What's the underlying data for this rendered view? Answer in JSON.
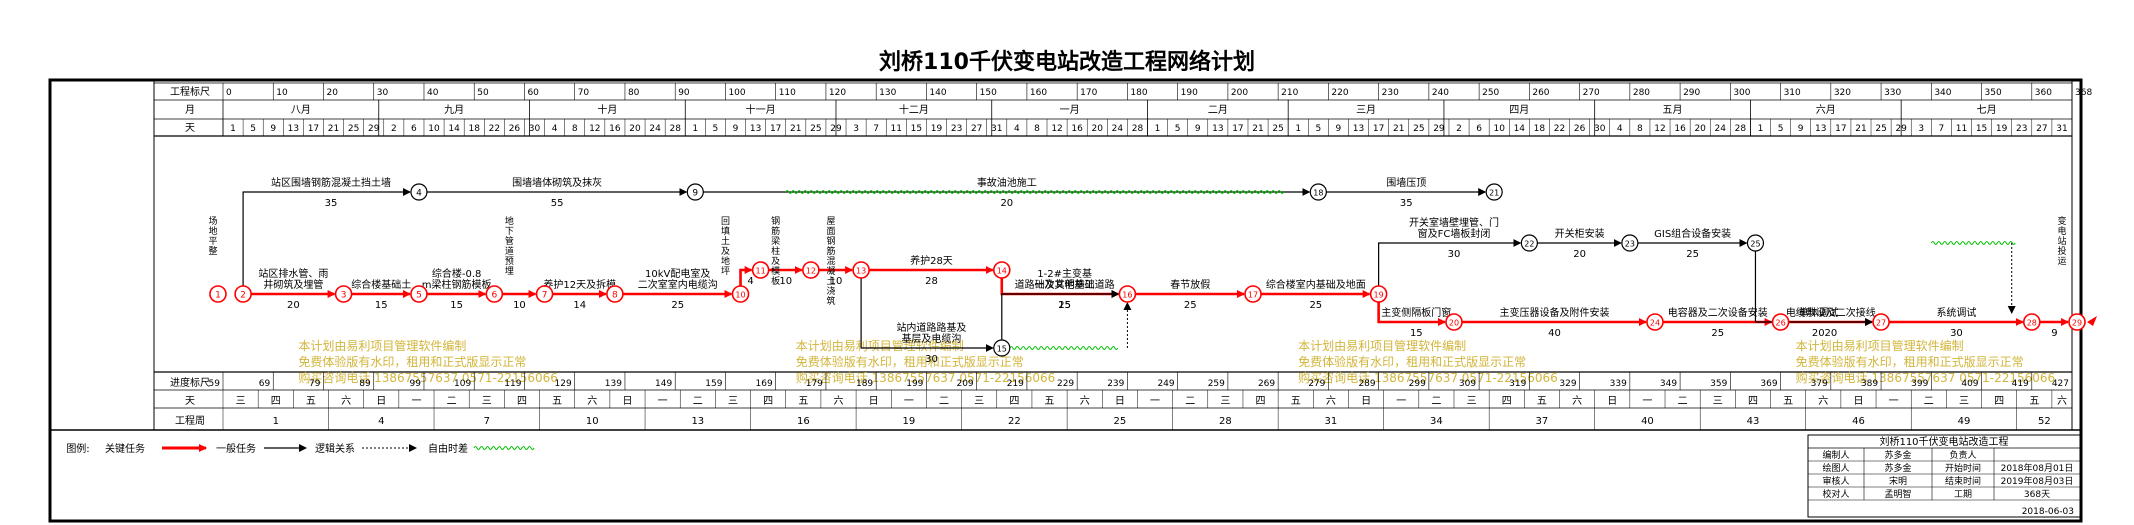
{
  "title": "刘桥110千伏变电站改造工程网络计划",
  "header": {
    "scale_label": "工程标尺",
    "month_label": "月",
    "day_label": "天",
    "scale_marks": [
      "0",
      "10",
      "20",
      "30",
      "40",
      "50",
      "60",
      "70",
      "80",
      "90",
      "100",
      "110",
      "120",
      "130",
      "140",
      "150",
      "160",
      "170",
      "180",
      "190",
      "200",
      "210",
      "220",
      "230",
      "240",
      "250",
      "260",
      "270",
      "280",
      "290",
      "300",
      "310",
      "320",
      "330",
      "340",
      "350",
      "360",
      "368"
    ],
    "months": [
      {
        "label": "八月",
        "start": 0,
        "end": 31
      },
      {
        "label": "九月",
        "start": 31,
        "end": 61
      },
      {
        "label": "十月",
        "start": 61,
        "end": 92
      },
      {
        "label": "十一月",
        "start": 92,
        "end": 122
      },
      {
        "label": "十二月",
        "start": 122,
        "end": 153
      },
      {
        "label": "一月",
        "start": 153,
        "end": 184
      },
      {
        "label": "二月",
        "start": 184,
        "end": 212
      },
      {
        "label": "三月",
        "start": 212,
        "end": 243
      },
      {
        "label": "四月",
        "start": 243,
        "end": 273
      },
      {
        "label": "五月",
        "start": 273,
        "end": 304
      },
      {
        "label": "六月",
        "start": 304,
        "end": 334
      },
      {
        "label": "七月",
        "start": 334,
        "end": 368
      }
    ],
    "day_ticks": [
      {
        "label": "1",
        "d": 0
      },
      {
        "label": "5",
        "d": 4
      },
      {
        "label": "9",
        "d": 8
      },
      {
        "label": "13",
        "d": 12
      },
      {
        "label": "17",
        "d": 16
      },
      {
        "label": "21",
        "d": 20
      },
      {
        "label": "25",
        "d": 24
      },
      {
        "label": "29",
        "d": 28
      },
      {
        "label": "2",
        "d": 32
      },
      {
        "label": "6",
        "d": 36
      },
      {
        "label": "10",
        "d": 40
      },
      {
        "label": "14",
        "d": 44
      },
      {
        "label": "18",
        "d": 48
      },
      {
        "label": "22",
        "d": 52
      },
      {
        "label": "26",
        "d": 56
      },
      {
        "label": "30",
        "d": 60
      },
      {
        "label": "4",
        "d": 64
      },
      {
        "label": "8",
        "d": 68
      },
      {
        "label": "12",
        "d": 72
      },
      {
        "label": "16",
        "d": 76
      },
      {
        "label": "20",
        "d": 80
      },
      {
        "label": "24",
        "d": 84
      },
      {
        "label": "28",
        "d": 88
      },
      {
        "label": "1",
        "d": 92
      },
      {
        "label": "5",
        "d": 96
      },
      {
        "label": "9",
        "d": 100
      },
      {
        "label": "13",
        "d": 104
      },
      {
        "label": "17",
        "d": 108
      },
      {
        "label": "21",
        "d": 112
      },
      {
        "label": "25",
        "d": 116
      },
      {
        "label": "29",
        "d": 120
      },
      {
        "label": "3",
        "d": 124
      },
      {
        "label": "7",
        "d": 128
      },
      {
        "label": "11",
        "d": 132
      },
      {
        "label": "15",
        "d": 136
      },
      {
        "label": "19",
        "d": 140
      },
      {
        "label": "23",
        "d": 144
      },
      {
        "label": "27",
        "d": 148
      },
      {
        "label": "31",
        "d": 152
      },
      {
        "label": "4",
        "d": 156
      },
      {
        "label": "8",
        "d": 160
      },
      {
        "label": "12",
        "d": 164
      },
      {
        "label": "16",
        "d": 168
      },
      {
        "label": "20",
        "d": 172
      },
      {
        "label": "24",
        "d": 176
      },
      {
        "label": "28",
        "d": 180
      },
      {
        "label": "1",
        "d": 184
      },
      {
        "label": "5",
        "d": 188
      },
      {
        "label": "9",
        "d": 192
      },
      {
        "label": "13",
        "d": 196
      },
      {
        "label": "17",
        "d": 200
      },
      {
        "label": "21",
        "d": 204
      },
      {
        "label": "25",
        "d": 208
      },
      {
        "label": "1",
        "d": 212
      },
      {
        "label": "5",
        "d": 216
      },
      {
        "label": "9",
        "d": 220
      },
      {
        "label": "13",
        "d": 224
      },
      {
        "label": "17",
        "d": 228
      },
      {
        "label": "21",
        "d": 232
      },
      {
        "label": "25",
        "d": 236
      },
      {
        "label": "29",
        "d": 240
      },
      {
        "label": "2",
        "d": 244
      },
      {
        "label": "6",
        "d": 248
      },
      {
        "label": "10",
        "d": 252
      },
      {
        "label": "14",
        "d": 256
      },
      {
        "label": "18",
        "d": 260
      },
      {
        "label": "22",
        "d": 264
      },
      {
        "label": "26",
        "d": 268
      },
      {
        "label": "30",
        "d": 272
      },
      {
        "label": "4",
        "d": 276
      },
      {
        "label": "8",
        "d": 280
      },
      {
        "label": "12",
        "d": 284
      },
      {
        "label": "16",
        "d": 288
      },
      {
        "label": "20",
        "d": 292
      },
      {
        "label": "24",
        "d": 296
      },
      {
        "label": "28",
        "d": 300
      },
      {
        "label": "1",
        "d": 304
      },
      {
        "label": "5",
        "d": 308
      },
      {
        "label": "9",
        "d": 312
      },
      {
        "label": "13",
        "d": 316
      },
      {
        "label": "17",
        "d": 320
      },
      {
        "label": "21",
        "d": 324
      },
      {
        "label": "25",
        "d": 328
      },
      {
        "label": "29",
        "d": 332
      },
      {
        "label": "3",
        "d": 336
      },
      {
        "label": "7",
        "d": 340
      },
      {
        "label": "11",
        "d": 344
      },
      {
        "label": "15",
        "d": 348
      },
      {
        "label": "19",
        "d": 352
      },
      {
        "label": "23",
        "d": 356
      },
      {
        "label": "27",
        "d": 360
      },
      {
        "label": "31",
        "d": 364
      }
    ]
  },
  "footer": {
    "progress_label": "进度标尺",
    "day_label": "天",
    "week_label": "工程周",
    "progress_marks": [
      "59",
      "69",
      "79",
      "89",
      "99",
      "109",
      "119",
      "129",
      "139",
      "149",
      "159",
      "169",
      "179",
      "189",
      "199",
      "209",
      "219",
      "229",
      "239",
      "249",
      "259",
      "269",
      "279",
      "289",
      "299",
      "309",
      "319",
      "329",
      "339",
      "349",
      "359",
      "369",
      "379",
      "389",
      "399",
      "409",
      "419",
      "427"
    ],
    "weekdays": [
      "三",
      "四",
      "五",
      "六",
      "日",
      "一",
      "二",
      "三",
      "四",
      "五",
      "六",
      "日",
      "一",
      "二",
      "三",
      "四",
      "五",
      "六",
      "日",
      "一",
      "二",
      "三",
      "四",
      "五",
      "六",
      "日",
      "一",
      "二",
      "三",
      "四",
      "五",
      "六",
      "日",
      "一",
      "二",
      "三",
      "四",
      "五",
      "六",
      "日",
      "一",
      "二",
      "三",
      "四",
      "五",
      "六",
      "日",
      "一",
      "二",
      "三",
      "四",
      "五",
      "六"
    ],
    "weeks": [
      "1",
      "4",
      "7",
      "10",
      "13",
      "16",
      "19",
      "22",
      "25",
      "28",
      "31",
      "34",
      "37",
      "40",
      "43",
      "46",
      "49",
      "52"
    ]
  },
  "nodes": [
    {
      "id": "1",
      "d": -1,
      "row": "main",
      "critical": true
    },
    {
      "id": "2",
      "d": 4,
      "row": "main",
      "critical": true
    },
    {
      "id": "3",
      "d": 24,
      "row": "main",
      "critical": true
    },
    {
      "id": "4",
      "d": 39,
      "row": "top",
      "critical": false
    },
    {
      "id": "5",
      "d": 39,
      "row": "main",
      "critical": true
    },
    {
      "id": "6",
      "d": 54,
      "row": "main",
      "critical": true
    },
    {
      "id": "7",
      "d": 64,
      "row": "main",
      "critical": true
    },
    {
      "id": "8",
      "d": 78,
      "row": "main",
      "critical": true
    },
    {
      "id": "9",
      "d": 94,
      "row": "top",
      "critical": false
    },
    {
      "id": "10",
      "d": 103,
      "row": "main",
      "critical": true
    },
    {
      "id": "11",
      "d": 107,
      "row": "mid",
      "critical": true
    },
    {
      "id": "12",
      "d": 117,
      "row": "mid",
      "critical": true
    },
    {
      "id": "13",
      "d": 127,
      "row": "mid",
      "critical": true
    },
    {
      "id": "14",
      "d": 155,
      "row": "mid",
      "critical": true
    },
    {
      "id": "15",
      "d": 155,
      "row": "low",
      "critical": false
    },
    {
      "id": "16",
      "d": 180,
      "row": "main",
      "critical": true
    },
    {
      "id": "17",
      "d": 205,
      "row": "main",
      "critical": true
    },
    {
      "id": "18",
      "d": 218,
      "row": "top",
      "critical": false
    },
    {
      "id": "19",
      "d": 230,
      "row": "main",
      "critical": true
    },
    {
      "id": "20",
      "d": 245,
      "row": "low",
      "critical": true
    },
    {
      "id": "21",
      "d": 253,
      "row": "top",
      "critical": false
    },
    {
      "id": "22",
      "d": 260,
      "row": "upper",
      "critical": false
    },
    {
      "id": "23",
      "d": 280,
      "row": "upper",
      "critical": false
    },
    {
      "id": "24",
      "d": 285,
      "row": "low",
      "critical": true
    },
    {
      "id": "25",
      "d": 305,
      "row": "upper",
      "critical": false
    },
    {
      "id": "26",
      "d": 310,
      "row": "low",
      "critical": true
    },
    {
      "id": "27",
      "d": 330,
      "row": "low",
      "critical": true
    },
    {
      "id": "28",
      "d": 360,
      "row": "low",
      "critical": true
    },
    {
      "id": "29",
      "d": 369,
      "row": "low",
      "critical": true
    }
  ],
  "tasks": [
    {
      "from": "2",
      "to": "3",
      "name": "站区排水管、雨井砌筑及埋管",
      "duration": "20",
      "type": "critical"
    },
    {
      "from": "3",
      "to": "5",
      "name": "综合楼基础土",
      "duration": "15",
      "type": "critical"
    },
    {
      "from": "5",
      "to": "6",
      "name": "综合楼-0.8m梁柱钢筋模板",
      "duration": "15",
      "type": "critical"
    },
    {
      "from": "6",
      "to": "7",
      "name": "",
      "duration": "10",
      "type": "critical"
    },
    {
      "from": "7",
      "to": "8",
      "name": "养护12天及拆模",
      "duration": "14",
      "type": "critical"
    },
    {
      "from": "8",
      "to": "10",
      "name": "10kV配电室及二次室室内电缆沟",
      "duration": "25",
      "type": "critical"
    },
    {
      "from": "10",
      "to": "11",
      "name": "",
      "duration": "4",
      "type": "critical"
    },
    {
      "from": "11",
      "to": "12",
      "name": "",
      "duration": "10",
      "type": "critical"
    },
    {
      "from": "12",
      "to": "13",
      "name": "",
      "duration": "10",
      "type": "critical"
    },
    {
      "from": "13",
      "to": "14",
      "name": "养护28天",
      "duration": "28",
      "type": "critical"
    },
    {
      "from": "14",
      "to": "16",
      "name": "1-2#主变基础及其他基础",
      "duration": "25",
      "type": "critical"
    },
    {
      "from": "16",
      "to": "17",
      "name": "春节放假",
      "duration": "25",
      "type": "critical"
    },
    {
      "from": "17",
      "to": "19",
      "name": "综合楼室内基础及地面",
      "duration": "25",
      "type": "critical"
    },
    {
      "from": "19",
      "to": "20",
      "name": "主变侧隔板门窗",
      "duration": "15",
      "type": "critical"
    },
    {
      "from": "20",
      "to": "24",
      "name": "主变压器设备及附件安装",
      "duration": "40",
      "type": "critical"
    },
    {
      "from": "24",
      "to": "26",
      "name": "电容器及二次设备安装",
      "duration": "25",
      "type": "critical"
    },
    {
      "from": "26",
      "to": "27",
      "name": "电缆敷设及二次接线",
      "duration": "20",
      "type": "critical"
    },
    {
      "from": "27",
      "to": "28",
      "name": "系统调试",
      "duration": "30",
      "type": "critical"
    },
    {
      "from": "28",
      "to": "29",
      "name": "",
      "duration": "9",
      "type": "critical"
    },
    {
      "from": "2",
      "to": "4",
      "name": "站区围墙钢筋混凝土挡土墙",
      "duration": "35",
      "type": "normal"
    },
    {
      "from": "4",
      "to": "9",
      "name": "围墙墙体砌筑及抹灰",
      "duration": "55",
      "type": "normal"
    },
    {
      "from": "9",
      "to": "18",
      "name": "事故油池施工",
      "duration": "20",
      "type": "normal"
    },
    {
      "from": "18",
      "to": "21",
      "name": "围墙压顶",
      "duration": "35",
      "type": "normal"
    },
    {
      "from": "13",
      "to": "15",
      "name": "站内道路路基及基层及电缆沟",
      "duration": "30",
      "type": "normal"
    },
    {
      "from": "15",
      "to": "16",
      "name": "道路一次文明施工道路",
      "duration": "15",
      "type": "normal"
    },
    {
      "from": "19",
      "to": "22",
      "name": "开关室墙壁埋管、门窗及FC墙板封闭",
      "duration": "30",
      "type": "normal"
    },
    {
      "from": "22",
      "to": "23",
      "name": "开关柜安装",
      "duration": "20",
      "type": "normal"
    },
    {
      "from": "23",
      "to": "25",
      "name": "GIS组合设备安装",
      "duration": "25",
      "type": "normal"
    },
    {
      "from": "25",
      "to": "27",
      "name": "单体调试",
      "duration": "20",
      "type": "normal"
    }
  ],
  "vertical_labels": [
    {
      "text": "场地平整",
      "d": -2
    },
    {
      "text": "地下管道预埋",
      "d": 57
    },
    {
      "text": "回填土及地坪",
      "d": 100
    },
    {
      "text": "钢筋梁柱及模板",
      "d": 110
    },
    {
      "text": "屋面钢筋混凝土浇筑",
      "d": 121
    },
    {
      "text": "变电站投运",
      "d": 366
    }
  ],
  "watermark": {
    "line1": "本计划由易利项目管理软件编制",
    "line2": "免费体验版有水印，租用和正式版显示正常",
    "line3": "购买咨询电话 13867557637 0571-22156066",
    "color": "#d2b53a"
  },
  "legend": {
    "label": "图例:",
    "critical": "关键任务",
    "normal": "一般任务",
    "logic": "逻辑关系",
    "float": "自由时差"
  },
  "info_table": {
    "title": "刘桥110千伏变电站改造工程",
    "rows": [
      [
        "编制人",
        "苏多金",
        "负责人",
        ""
      ],
      [
        "绘图人",
        "苏多金",
        "开始时间",
        "2018年08月01日"
      ],
      [
        "审核人",
        "宋明",
        "结束时间",
        "2019年08月03日"
      ],
      [
        "校对人",
        "孟明智",
        "工期",
        "368天"
      ]
    ],
    "date": "2018-06-03"
  },
  "colors": {
    "critical": "#ff0000",
    "normal": "#000000",
    "float": "#00c000",
    "watermark": "#d2b53a"
  }
}
